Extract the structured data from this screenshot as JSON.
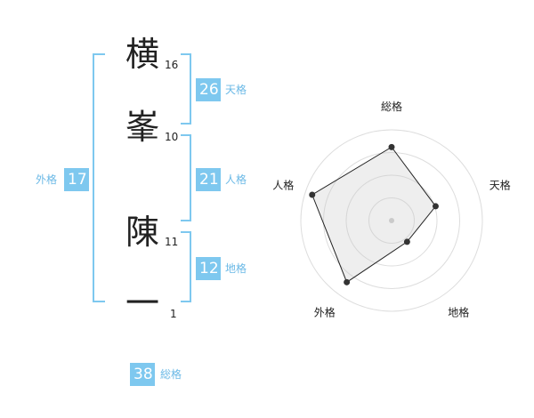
{
  "name": {
    "chars": [
      {
        "char": "横",
        "strokes": "16"
      },
      {
        "char": "峯",
        "strokes": "10"
      },
      {
        "char": "陳",
        "strokes": "11"
      },
      {
        "char": "一",
        "strokes": "1"
      }
    ]
  },
  "fortunes": {
    "tenkaku": {
      "value": "26",
      "label": "天格"
    },
    "jinkaku": {
      "value": "21",
      "label": "人格"
    },
    "chikaku": {
      "value": "12",
      "label": "地格"
    },
    "gaikaku": {
      "value": "17",
      "label": "外格"
    },
    "soukaku": {
      "value": "38",
      "label": "総格"
    }
  },
  "colors": {
    "accent": "#7ec8ef",
    "text": "#222222"
  },
  "chart_data": {
    "type": "radar",
    "axes": [
      "総格",
      "天格",
      "地格",
      "外格",
      "人格"
    ],
    "values": [
      0.81,
      0.51,
      0.29,
      0.84,
      0.92
    ],
    "range": [
      0,
      1
    ],
    "rings": 4,
    "grid": true
  }
}
